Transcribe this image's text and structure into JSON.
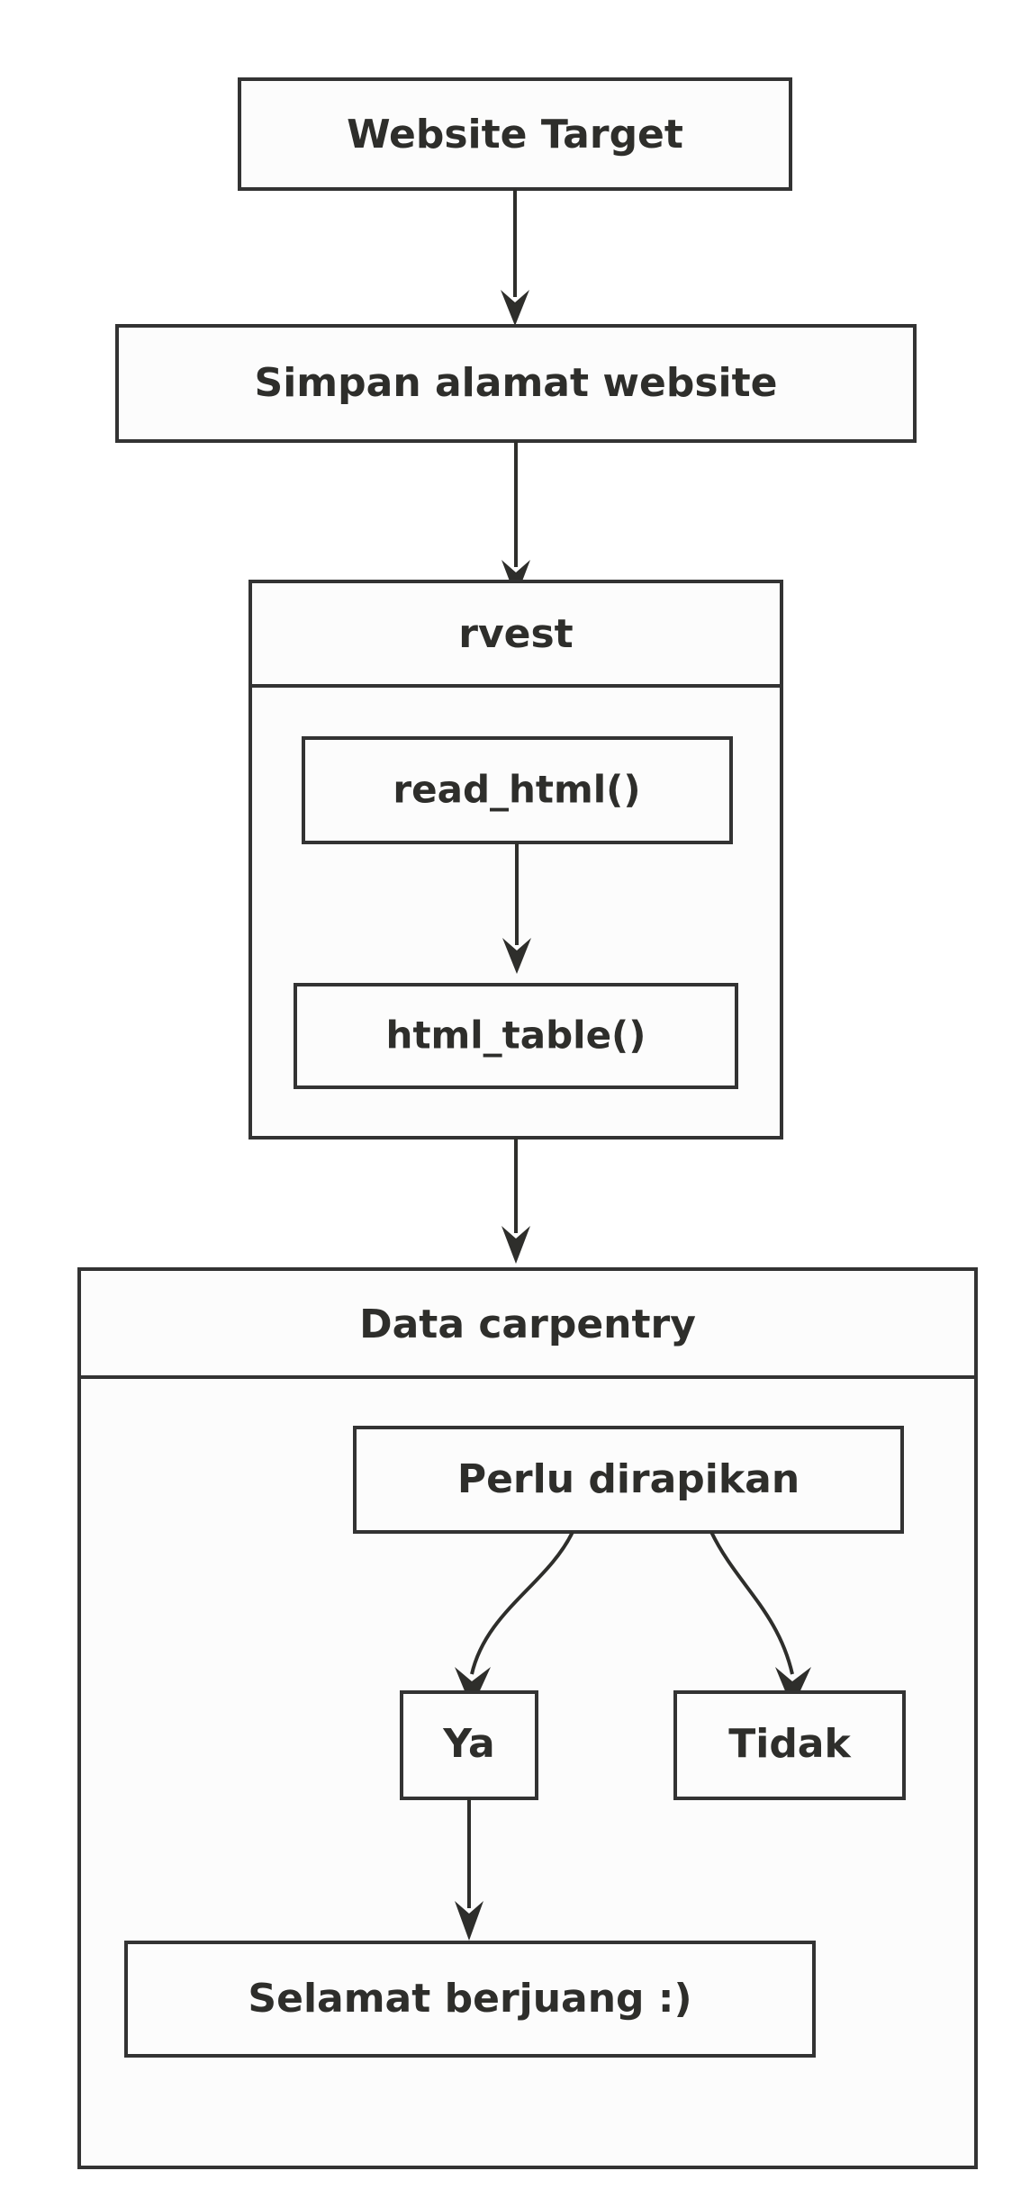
{
  "diagram": {
    "title": "Web scraping workflow flowchart",
    "background_color": "#ffffff",
    "stroke_color": "#333333",
    "text_color": "#2e2e2b",
    "node_fill": "#fcfcfc",
    "nodes": {
      "website_target": "Website Target",
      "simpan_alamat": "Simpan alamat website",
      "rvest_cluster": "rvest",
      "read_html": "read_html()",
      "html_table": "html_table()",
      "data_carpentry_cluster": "Data carpentry",
      "perlu_dirapikan": "Perlu dirapikan",
      "ya": "Ya",
      "tidak": "Tidak",
      "selamat": "Selamat berjuang :)"
    },
    "edges": [
      {
        "from": "Website Target",
        "to": "Simpan alamat website",
        "label": ""
      },
      {
        "from": "Simpan alamat website",
        "to": "rvest",
        "label": ""
      },
      {
        "from": "read_html()",
        "to": "html_table()",
        "label": ""
      },
      {
        "from": "rvest",
        "to": "Data carpentry",
        "label": ""
      },
      {
        "from": "Perlu dirapikan",
        "to": "Ya",
        "label": ""
      },
      {
        "from": "Perlu dirapikan",
        "to": "Tidak",
        "label": ""
      },
      {
        "from": "Ya",
        "to": "Selamat berjuang :)",
        "label": ""
      }
    ]
  }
}
